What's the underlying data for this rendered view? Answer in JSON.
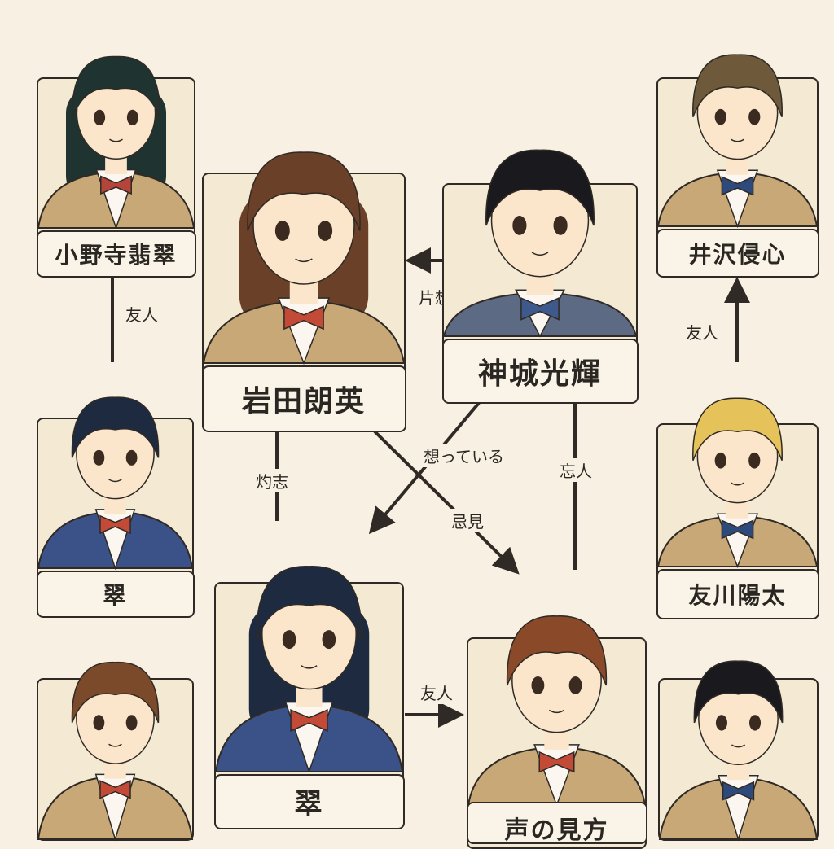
{
  "colors": {
    "background": "#f7f0e3",
    "line": "#2f2a25",
    "skin": "#fbe6cc"
  },
  "characters": [
    {
      "id": "c1",
      "name": "小野寺翡翠",
      "hair": "#1f3330",
      "uniform": "#c9a877",
      "tie": "#b5453a",
      "long": true
    },
    {
      "id": "c2",
      "name": "翠",
      "hair": "#1e2a40",
      "uniform": "#3a5288",
      "tie": "#c34a36",
      "long": false
    },
    {
      "id": "c3",
      "name": "",
      "hair": "#7a4a2a",
      "uniform": "#c9a877",
      "tie": "#c34a36",
      "long": false
    },
    {
      "id": "c4",
      "name": "岩田朗英",
      "hair": "#6b4028",
      "uniform": "#c9a877",
      "tie": "#c34a36",
      "long": true
    },
    {
      "id": "c5",
      "name": "神城光輝",
      "hair": "#1a1a1e",
      "uniform": "#5d6a84",
      "tie": "#3e5a8c",
      "long": false
    },
    {
      "id": "c6",
      "name": "井沢侵心",
      "hair": "#6e5a3a",
      "uniform": "#c9a877",
      "tie": "#2d4a7a",
      "long": false
    },
    {
      "id": "c7",
      "name": "友川陽太",
      "hair": "#e6c35a",
      "uniform": "#c9a877",
      "tie": "#2d4a7a",
      "long": false
    },
    {
      "id": "c8",
      "name": "",
      "hair": "#1a1a1e",
      "uniform": "#c9a877",
      "tie": "#2d4a7a",
      "long": false
    },
    {
      "id": "c9",
      "name": "翠",
      "hair": "#1e2a40",
      "uniform": "#3a5288",
      "tie": "#c34a36",
      "long": true
    },
    {
      "id": "c10",
      "name": "声の見方",
      "hair": "#8a4a2a",
      "uniform": "#c9a877",
      "tie": "#c34a36",
      "long": false
    }
  ],
  "relations": {
    "r1": "友人",
    "r2": "片想",
    "r3": "友人",
    "r4": "灼志",
    "r5": "想っている",
    "r6": "忌見",
    "r7": "忘人",
    "r8": "友人"
  }
}
